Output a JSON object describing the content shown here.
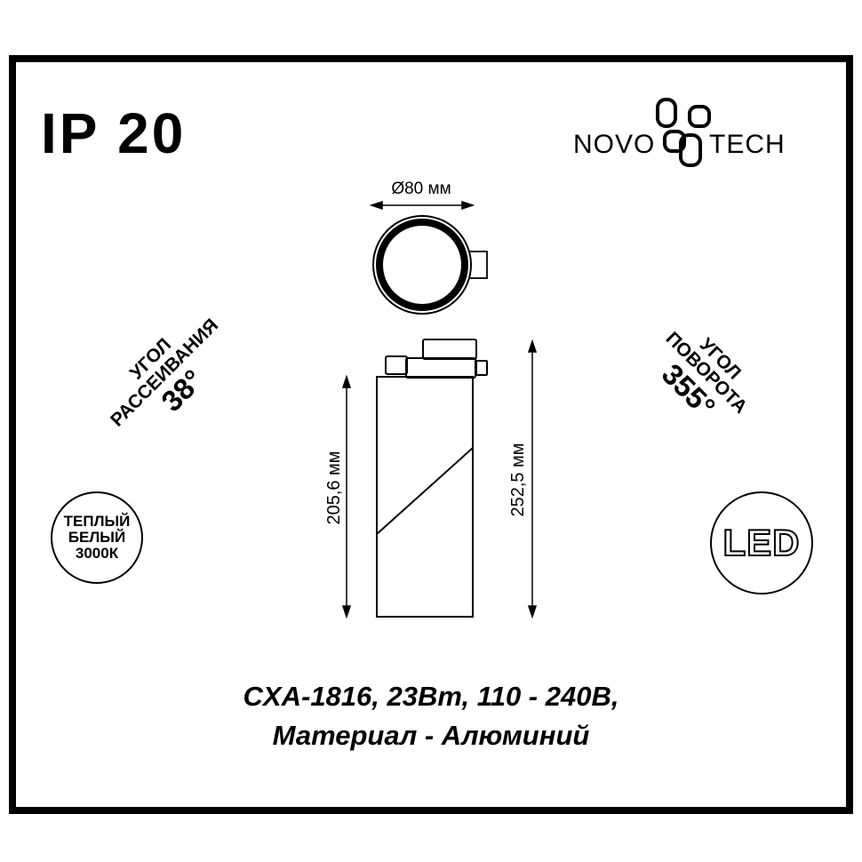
{
  "ip_rating": "IP 20",
  "brand": {
    "left": "NOVO",
    "right": "TECH"
  },
  "diameter_label": "Ø80 мм",
  "height_body_label": "205,6 мм",
  "height_total_label": "252,5 мм",
  "beam_angle": {
    "line1": "УГОЛ",
    "line2": "РАССЕИВАНИЯ",
    "value": "38°"
  },
  "rotation_angle": {
    "line1": "УГОЛ",
    "line2": "ПОВОРОТА",
    "value": "355°"
  },
  "color_temp": {
    "line1": "ТЕПЛЫЙ",
    "line2": "БЕЛЫЙ",
    "line3": "3000К"
  },
  "led_badge": "LED",
  "specs": {
    "line1": "CXA-1816, 23Вт, 110 - 240В,",
    "line2": "Материал - Алюминий"
  }
}
